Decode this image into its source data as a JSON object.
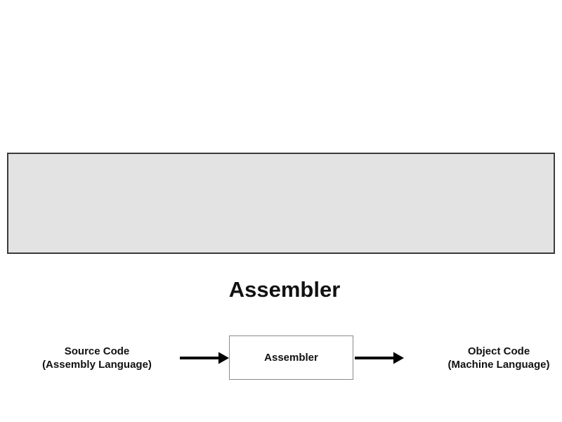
{
  "diagram": {
    "title": "Assembler",
    "left_node": {
      "line1": "Source Code",
      "line2": "(Assembly Language)"
    },
    "center_node": {
      "label": "Assembler"
    },
    "right_node": {
      "line1": "Object Code",
      "line2": "(Machine Language)"
    }
  },
  "colors": {
    "band_fill": "#e3e3e3",
    "band_border": "#3a3a3a",
    "box_fill": "#ffffff",
    "box_border": "#8a8a8a",
    "arrow": "#000000",
    "text": "#111111"
  }
}
